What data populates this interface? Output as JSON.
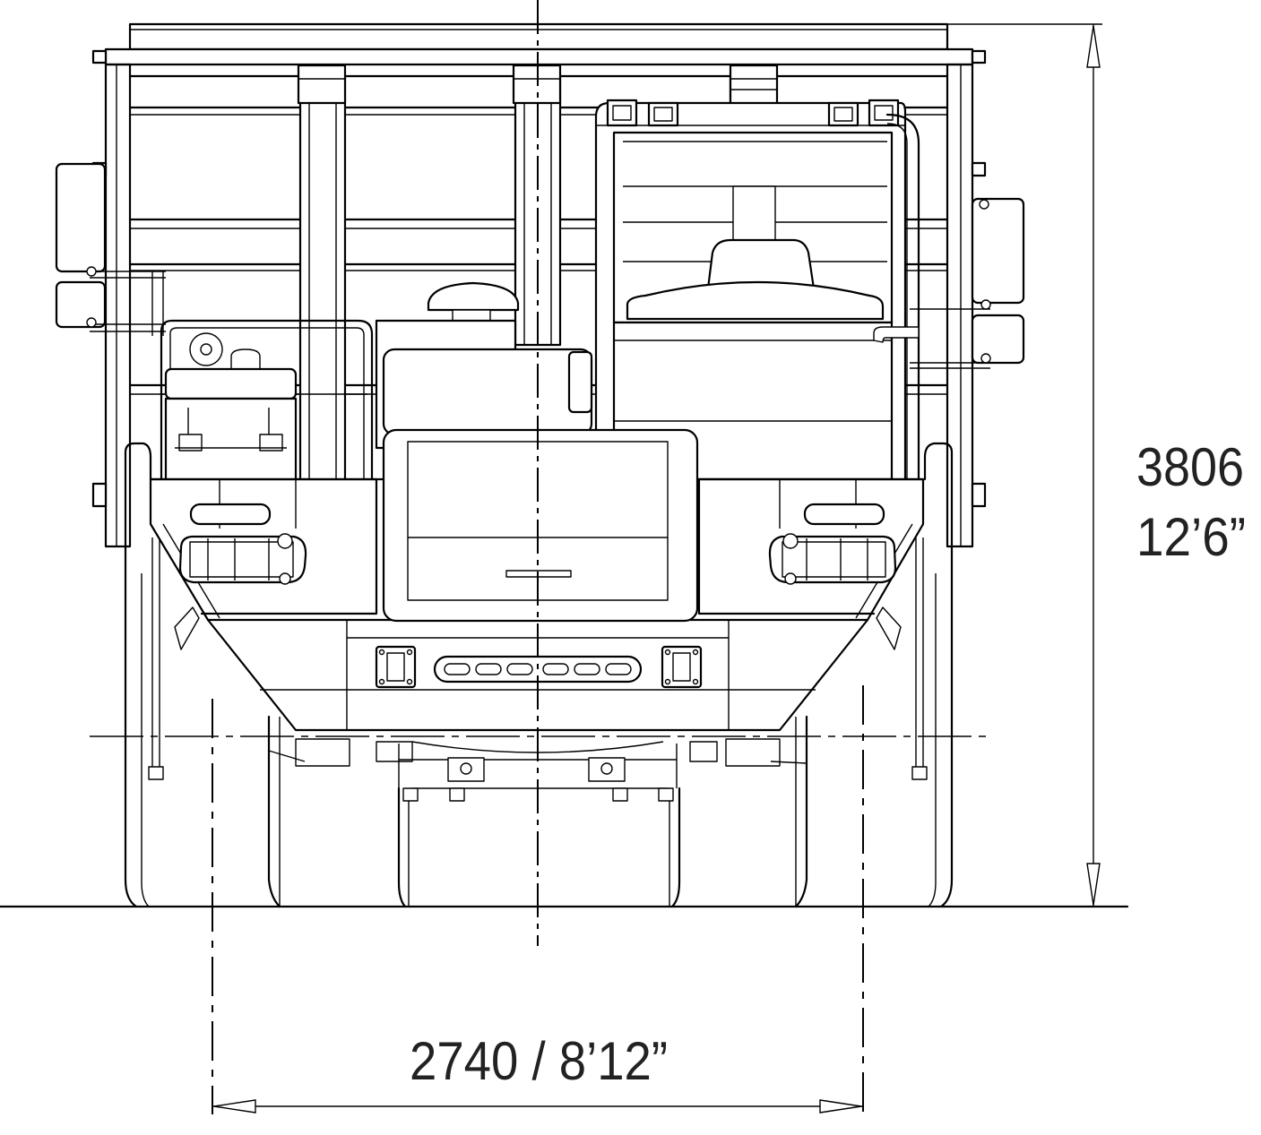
{
  "drawing": {
    "height_dimension": {
      "metric": "3806",
      "imperial": "12’6”"
    },
    "width_dimension": {
      "label": "2740 / 8’12”"
    }
  },
  "colors": {
    "line": "#000000",
    "text": "#222222",
    "background": "#ffffff"
  }
}
